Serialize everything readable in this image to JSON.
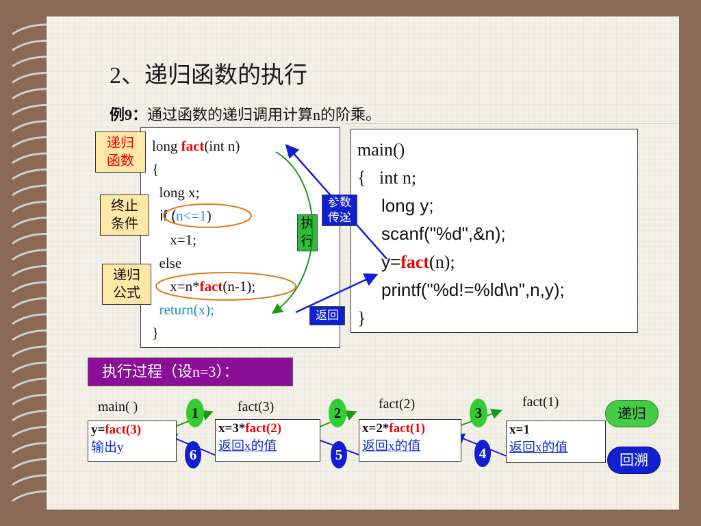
{
  "title": "2、递归函数的执行",
  "example": {
    "prefix": "例9：",
    "text": "通过函数的递归调用计算",
    "n": "n",
    "suffix": "的阶乘。"
  },
  "fact_code": {
    "l1_a": "long ",
    "l1_fn": "fact",
    "l1_b": "(int n)",
    "l2": "{",
    "l3": "  long x;",
    "l4_a": "  if (",
    "l4_cond": "n<=1",
    "l4_b": ")",
    "l5": "     x=1;",
    "l6": "  else",
    "l7_a": "     x=n*",
    "l7_fn": "fact",
    "l7_b": "(n-1);",
    "l8": "  return(x);",
    "l9": "}"
  },
  "main_code": {
    "l1": "main()",
    "l2": "{   int n;",
    "l3": "long y;",
    "l4": "scanf(\"%d\",&n);",
    "l5_a": "y=",
    "l5_fn": "fact",
    "l5_b": "(n);",
    "l6": "printf(\"%d!=%ld\\n\",n,y);",
    "l7": "}"
  },
  "labels": {
    "recursive_fn": [
      "递归",
      "函数"
    ],
    "stop_cond": [
      "终止",
      "条件"
    ],
    "recursive_formula": [
      "递归",
      "公式"
    ],
    "execute": [
      "执",
      "行"
    ],
    "param_pass": [
      "参数",
      "传递"
    ],
    "return": "返回"
  },
  "exec_process": {
    "a": "执行过程（设",
    "n": "n=3",
    "b": "）："
  },
  "stages": [
    {
      "name": "main( )",
      "line1_a": "y=",
      "line1_b": "fact(3)",
      "line2": "输出y"
    },
    {
      "name": "fact(3)",
      "line1_a": "x=3*",
      "line1_b": "fact(2)",
      "line2": "返回x的值"
    },
    {
      "name": "fact(2)",
      "line1_a": "x=2*",
      "line1_b": "fact(1)",
      "line2": "返回x的值"
    },
    {
      "name": "fact(1)",
      "line1_a": "x=1",
      "line1_b": "",
      "line2": "返回x的值"
    }
  ],
  "steps": [
    "1",
    "2",
    "3",
    "4",
    "5",
    "6"
  ],
  "legend": {
    "recursion": "递归",
    "backtrack": "回溯"
  },
  "colors": {
    "red": "#e00000",
    "green_step": "#33cc33",
    "blue_step": "#1020d0",
    "purple_bar": "#8a0f96",
    "label_bg": "#ffe7a8"
  }
}
